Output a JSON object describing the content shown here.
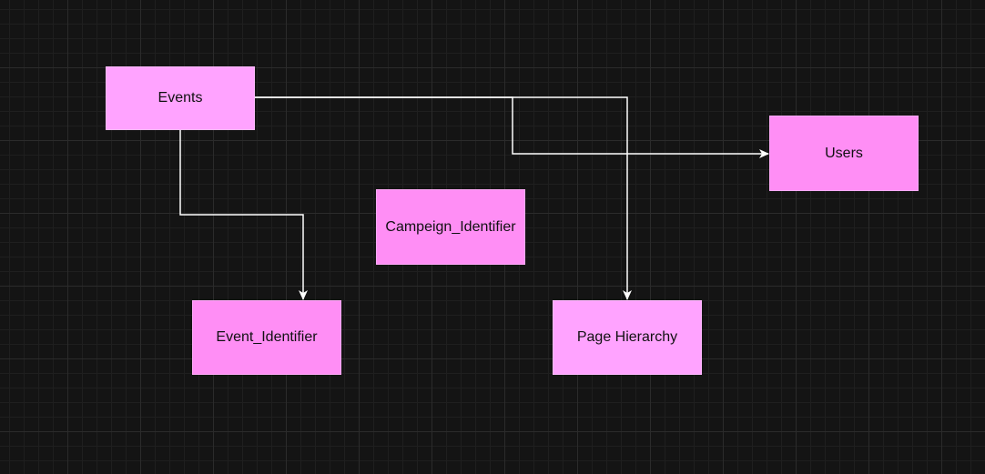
{
  "diagram": {
    "colors": {
      "background": "#141414",
      "edge": "#ffffff",
      "node_light": "#ffa3ff",
      "node_mid": "#ff8ef5"
    },
    "nodes": {
      "events": {
        "label": "Events",
        "color": "#ffa3ff"
      },
      "users": {
        "label": "Users",
        "color": "#ff8ef5"
      },
      "campaign": {
        "label": "Campeign_Identifier",
        "color": "#ff8ef5"
      },
      "event_identifier": {
        "label": "Event_Identifier",
        "color": "#ff8ef5"
      },
      "page_hierarchy": {
        "label": "Page Hierarchy",
        "color": "#ffa3ff"
      }
    },
    "edges": [
      {
        "from": "Events",
        "to": "Users"
      },
      {
        "from": "Events",
        "to": "Page Hierarchy"
      },
      {
        "from": "Events",
        "to": "Event_Identifier"
      }
    ]
  }
}
